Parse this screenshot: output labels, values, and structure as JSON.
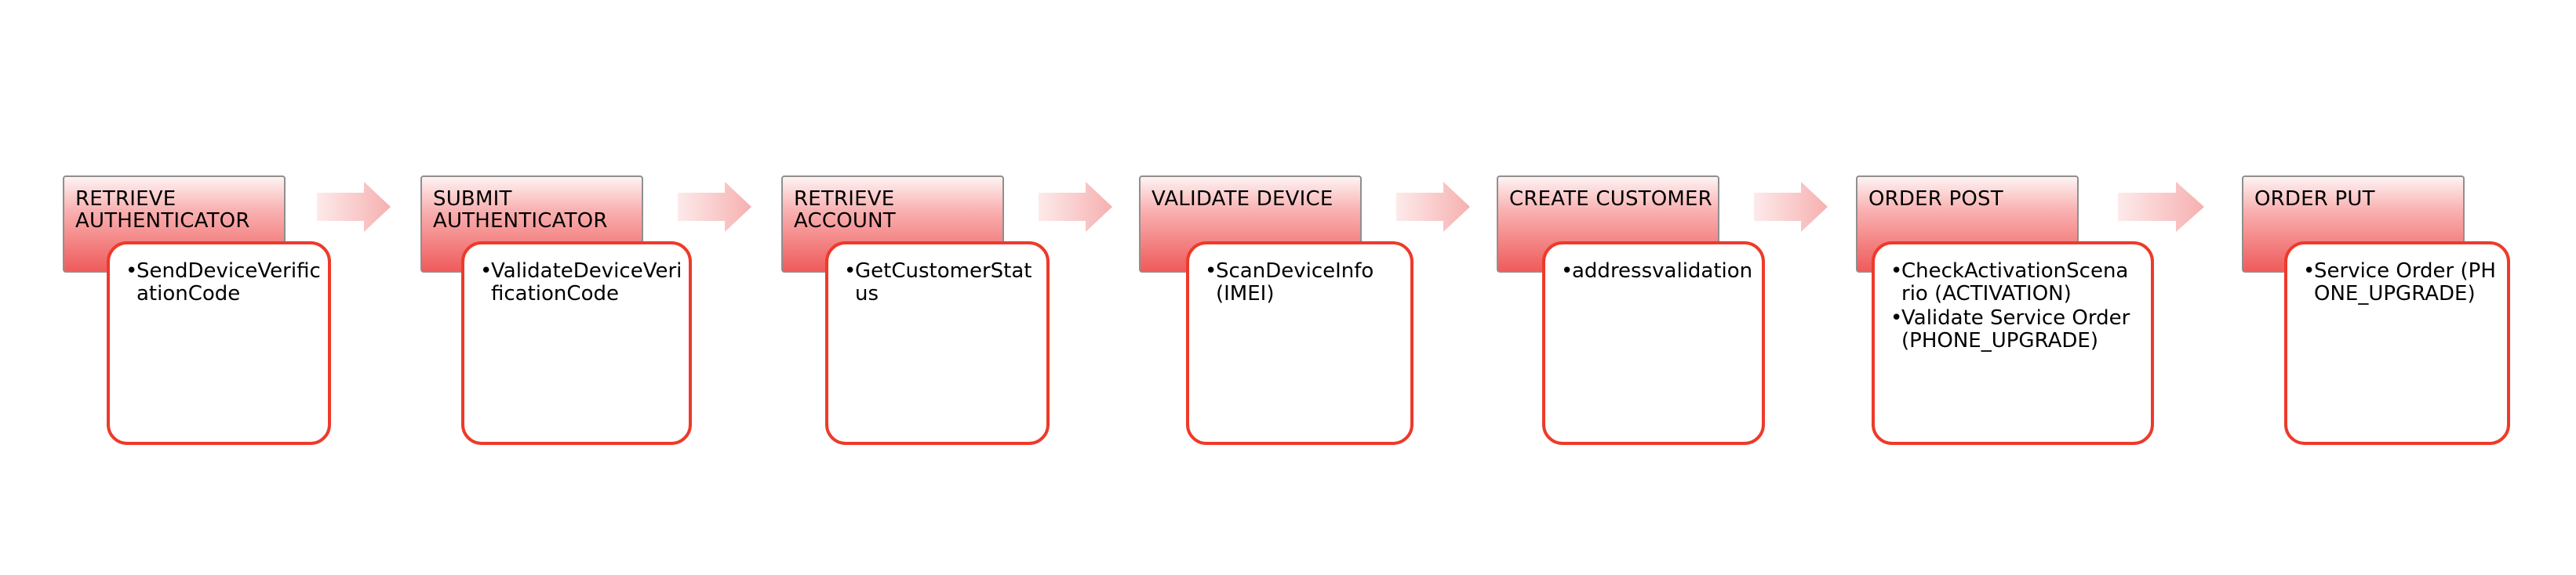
{
  "steps": [
    {
      "title": "RETRIEVE AUTHENTICATOR",
      "items": [
        "SendDeviceVerificationCode"
      ]
    },
    {
      "title": "SUBMIT AUTHENTICATOR",
      "items": [
        "ValidateDeviceVerificationCode"
      ]
    },
    {
      "title": "RETRIEVE ACCOUNT",
      "items": [
        "GetCustomerStatus"
      ]
    },
    {
      "title": "VALIDATE DEVICE",
      "items": [
        "ScanDeviceInfo (IMEI)"
      ]
    },
    {
      "title": "CREATE CUSTOMER",
      "items": [
        "addressvalidation"
      ]
    },
    {
      "title": "ORDER POST",
      "items": [
        "CheckActivationScenario (ACTIVATION)",
        "Validate Service Order (PHONE_UPGRADE)"
      ]
    },
    {
      "title": "ORDER PUT",
      "items": [
        "Service Order (PHONE_UPGRADE)"
      ]
    }
  ],
  "colors": {
    "header_top": "#fef3f3",
    "header_bottom": "#ef5b5b",
    "card_border": "#ee3a2a",
    "arrow": "#f6b8b8"
  }
}
